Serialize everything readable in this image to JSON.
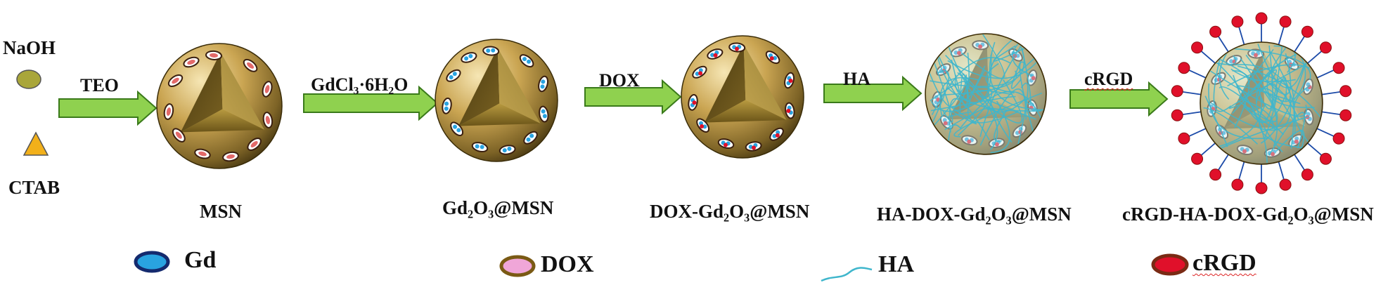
{
  "reagents": {
    "naoh": "NaOH",
    "ctab": "CTAB"
  },
  "steps": [
    {
      "reagent": "TEO"
    },
    {
      "reagent": "GdCl₃·6H₂O"
    },
    {
      "reagent": "DOX"
    },
    {
      "reagent": "HA"
    },
    {
      "reagent": "cRGD"
    }
  ],
  "products": [
    {
      "name": "MSN"
    },
    {
      "name": "Gd₂O₃@MSN"
    },
    {
      "name": "DOX-Gd₂O₃@MSN"
    },
    {
      "name": "HA-DOX-Gd₂O₃@MSN"
    },
    {
      "name": "cRGD-HA-DOX-Gd₂O₃@MSN"
    }
  ],
  "legend": [
    {
      "label": "Gd"
    },
    {
      "label": "DOX"
    },
    {
      "label": "HA"
    },
    {
      "label": "cRGD"
    }
  ],
  "colors": {
    "arrow_fill": "#8fd14f",
    "arrow_stroke": "#3a7a1a",
    "sphere_light": "#f2dba0",
    "sphere_mid": "#c9a44e",
    "sphere_dark": "#6b5420",
    "gd": "#29a3e0",
    "gd_rim": "#142a6e",
    "dox": "#f0a6d8",
    "dox_rim": "#7a5a14",
    "ha": "#3fb6cc",
    "crgd": "#e0102a",
    "crgd_rim": "#7a2a14",
    "naoh": "#a9a63a",
    "ctab": "#f2b01a"
  }
}
